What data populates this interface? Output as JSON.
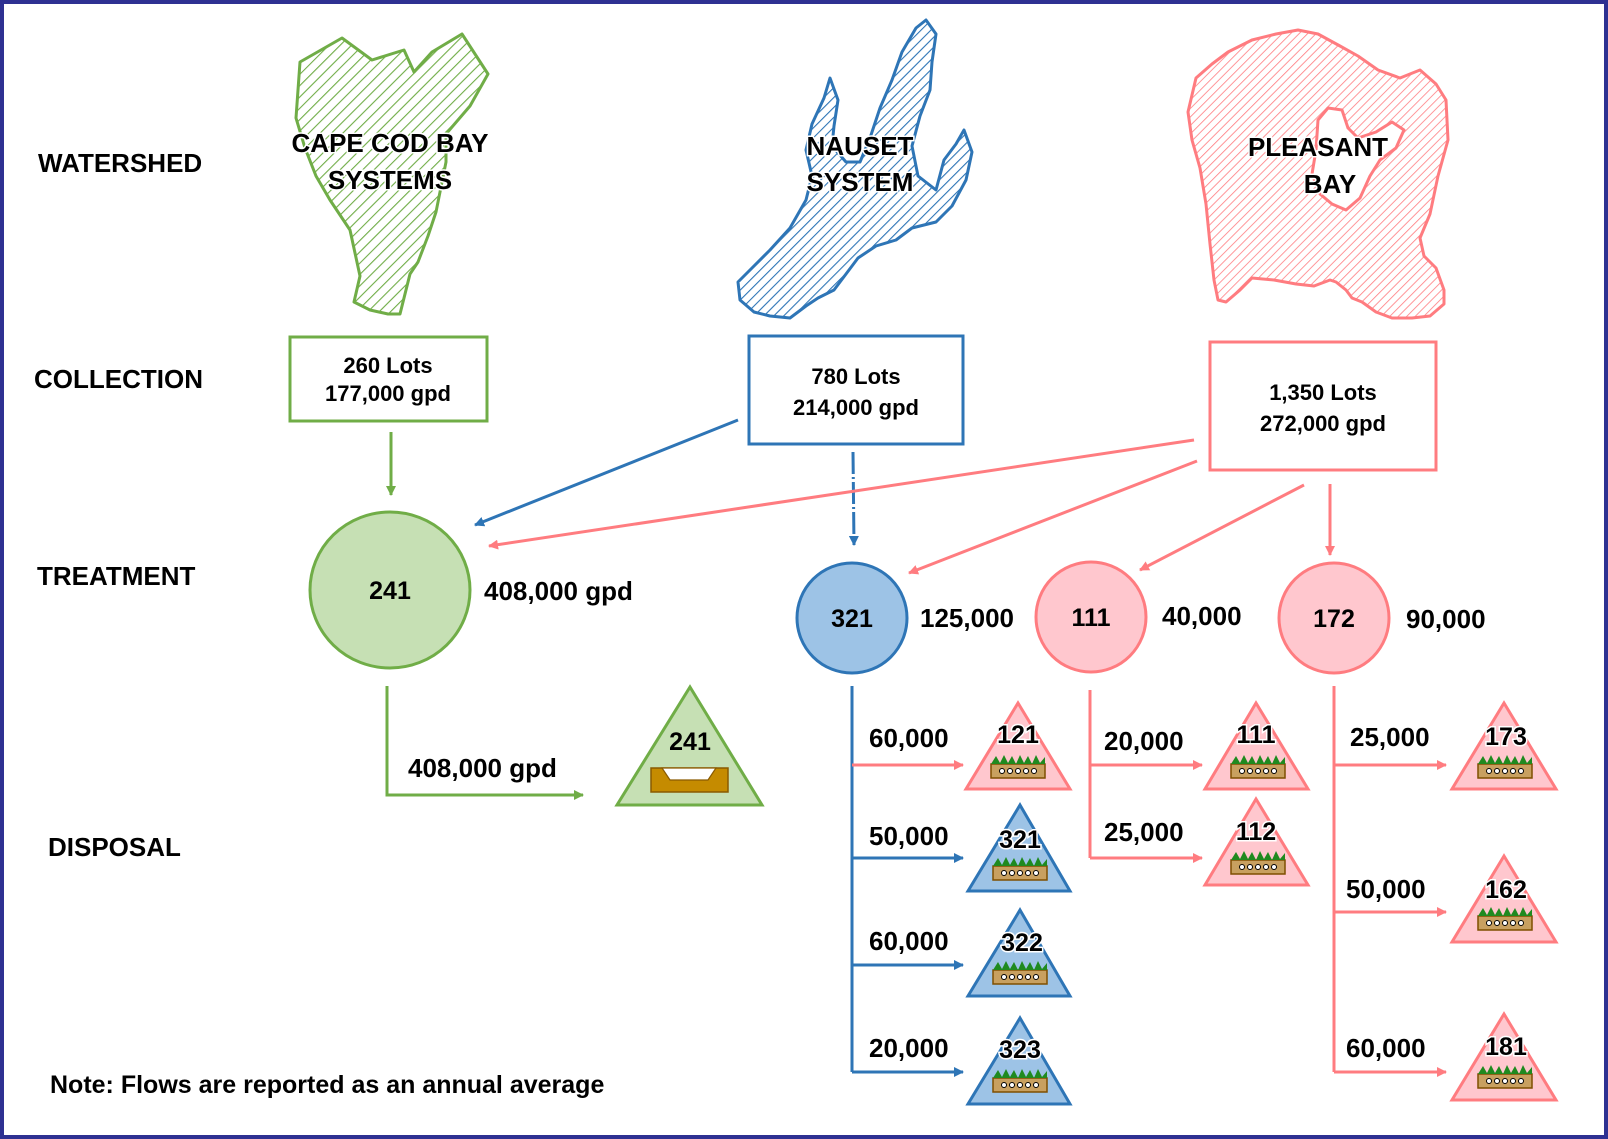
{
  "rows": {
    "watershed": "WATERSHED",
    "collection": "COLLECTION",
    "treatment": "TREATMENT",
    "disposal": "DISPOSAL"
  },
  "colors": {
    "green": "#70ad47",
    "green_fill": "#c6e0b4",
    "blue": "#2e75b6",
    "blue_fill": "#9dc3e6",
    "pink": "#ff7c80",
    "pink_fill": "#ffc7ce",
    "border": "#2e3192"
  },
  "watersheds": {
    "cape_cod_line1": "CAPE COD BAY",
    "cape_cod_line2": "SYSTEMS",
    "nauset_line1": "NAUSET",
    "nauset_line2": "SYSTEM",
    "pleasant_line1": "PLEASANT",
    "pleasant_line2": "BAY"
  },
  "collection": {
    "cape_cod_lots": "260 Lots",
    "cape_cod_flow": "177,000 gpd",
    "nauset_lots": "780  Lots",
    "nauset_flow": "214,000 gpd",
    "pleasant_lots": "1,350 Lots",
    "pleasant_flow": "272,000 gpd"
  },
  "treatment": {
    "t241_label": "241",
    "t241_flow": "408,000 gpd",
    "t321_label": "321",
    "t321_flow": "125,000",
    "t111_label": "111",
    "t111_flow": "40,000",
    "t172_label": "172",
    "t172_flow": "90,000"
  },
  "disposal": {
    "d241_label": "241",
    "d241_flow": "408,000 gpd",
    "d121_label": "121",
    "d121_flow": "60,000",
    "d321_label": "321",
    "d321_flow": "50,000",
    "d322_label": "322",
    "d322_flow": "60,000",
    "d323_label": "323",
    "d323_flow": "20,000",
    "d111_label": "111",
    "d111_flow": "20,000",
    "d112_label": "112",
    "d112_flow": "25,000",
    "d173_label": "173",
    "d173_flow": "25,000",
    "d162_label": "162",
    "d162_flow": "50,000",
    "d181_label": "181",
    "d181_flow": "60,000"
  },
  "icons": {
    "infiltration_bed": "infiltration-basin-icon",
    "leach_field": "leaching-field-icon"
  },
  "note": "Note:  Flows are reported as an annual average"
}
